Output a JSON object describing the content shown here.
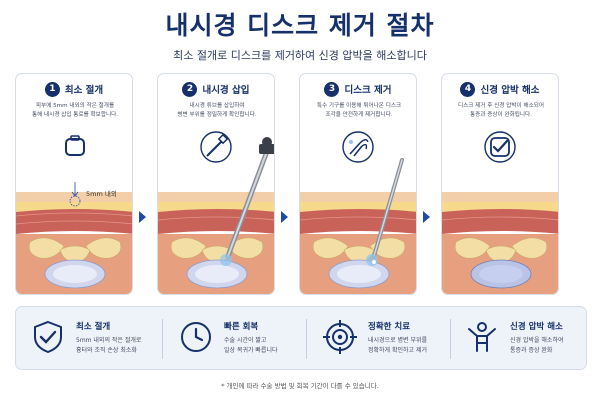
{
  "title": "내시경 디스크 제거 절차",
  "subtitle": "최소 절개로 디스크를 제거하여 신경 압박을 해소합니다",
  "steps": [
    {
      "number": "1",
      "title": "최소 절개",
      "desc1": "피부에 5mm 내외의 작은 절개를",
      "desc2": "통해 내시경 삽입 통로를 확보합니다.",
      "icon": "bandage-icon"
    },
    {
      "number": "2",
      "title": "내시경 삽입",
      "desc1": "내시경 튜브를 삽입하여",
      "desc2": "병변 부위를 정밀하게 확인합니다.",
      "icon": "endoscope-icon"
    },
    {
      "number": "3",
      "title": "디스크 제거",
      "desc1": "특수 기구를 이용해 튀어나온 디스크",
      "desc2": "조각을 안전하게 제거합니다.",
      "icon": "forceps-icon"
    },
    {
      "number": "4",
      "title": "신경 압박 해소",
      "desc1": "디스크 제거 후 신경 압박이 해소되어",
      "desc2": "통증과 증상이 완화됩니다.",
      "icon": "check-icon"
    }
  ],
  "incision_label": "5mm 내외",
  "benefits": [
    {
      "title": "최소 절개",
      "desc1": "5mm 내외의 작은 절개로",
      "desc2": "흉터와 조직 손상 최소화",
      "icon": "shield-check-icon"
    },
    {
      "title": "빠른 회복",
      "desc1": "수술 시간이 짧고",
      "desc2": "일상 복귀가 빠릅니다",
      "icon": "clock-icon"
    },
    {
      "title": "정확한 치료",
      "desc1": "내시경으로 병변 부위를",
      "desc2": "정확하게 확인하고 제거",
      "icon": "target-icon"
    },
    {
      "title": "신경 압박 해소",
      "desc1": "신경 압박을 해소하여",
      "desc2": "통증과 증상 완화",
      "icon": "person-icon"
    }
  ],
  "footnote": "* 개인에 따라 수술 방법 및 회복 기간이 다를 수 있습니다.",
  "colors": {
    "navy": "#16306b",
    "accent": "#1f4aa8",
    "skin": "#f2cfa8",
    "fat": "#f6d98a",
    "muscle": "#c9635a",
    "bone": "#f3dfa6",
    "disc": "#b9c3e6"
  }
}
